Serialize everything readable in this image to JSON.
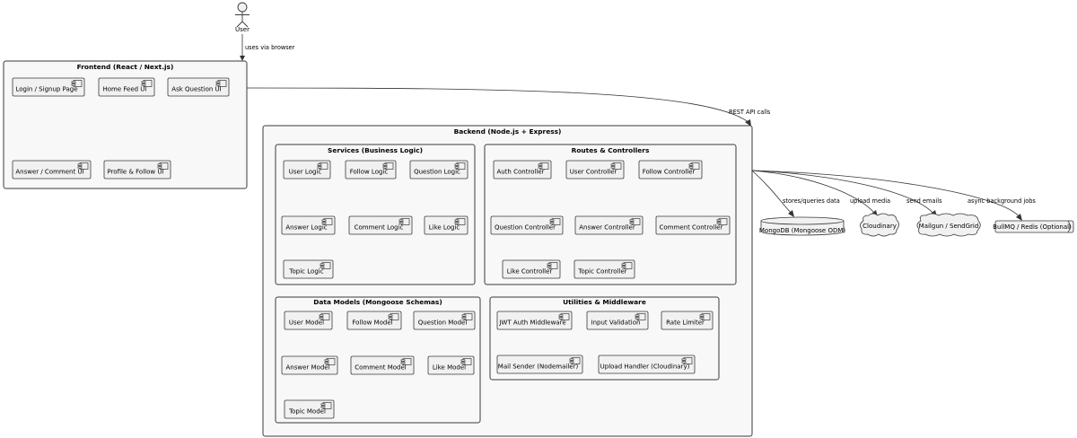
{
  "actor": {
    "label": "User"
  },
  "frontend": {
    "title": "Frontend (React / Next.js)",
    "components": [
      "Login / Signup Page",
      "Home Feed UI",
      "Ask Question UI",
      "Answer / Comment UI",
      "Profile & Follow UI"
    ]
  },
  "backend": {
    "title": "Backend (Node.js + Express)",
    "services": {
      "title": "Services (Business Logic)",
      "components": [
        "User Logic",
        "Follow Logic",
        "Question Logic",
        "Answer Logic",
        "Comment Logic",
        "Like Logic",
        "Topic Logic"
      ]
    },
    "routes": {
      "title": "Routes & Controllers",
      "components": [
        "Auth Controller",
        "User Controller",
        "Follow Controller",
        "Question Controller",
        "Answer Controller",
        "Comment Controller",
        "Like Controller",
        "Topic Controller"
      ]
    },
    "models": {
      "title": "Data Models (Mongoose Schemas)",
      "components": [
        "User Model",
        "Follow Model",
        "Question Model",
        "Answer Model",
        "Comment Model",
        "Like Model",
        "Topic Model"
      ]
    },
    "utilities": {
      "title": "Utilities & Middleware",
      "components": [
        "JWT Auth Middleware",
        "Input Validation",
        "Rate Limiter",
        "Mail Sender (Nodemailer)",
        "Upload Handler (Cloudinary)"
      ]
    }
  },
  "external": {
    "mongodb": "MongoDB (Mongoose ODM)",
    "cloudinary": "Cloudinary",
    "mailgun": "Mailgun / SendGrid",
    "bullmq": "BullMQ / Redis (Optional)"
  },
  "edges": {
    "user_frontend": "uses via browser",
    "frontend_backend": "REST API calls",
    "backend_mongodb": "stores/queries data",
    "backend_cloudinary": "upload media",
    "backend_mailgun": "send emails",
    "backend_bullmq": "async background jobs"
  }
}
